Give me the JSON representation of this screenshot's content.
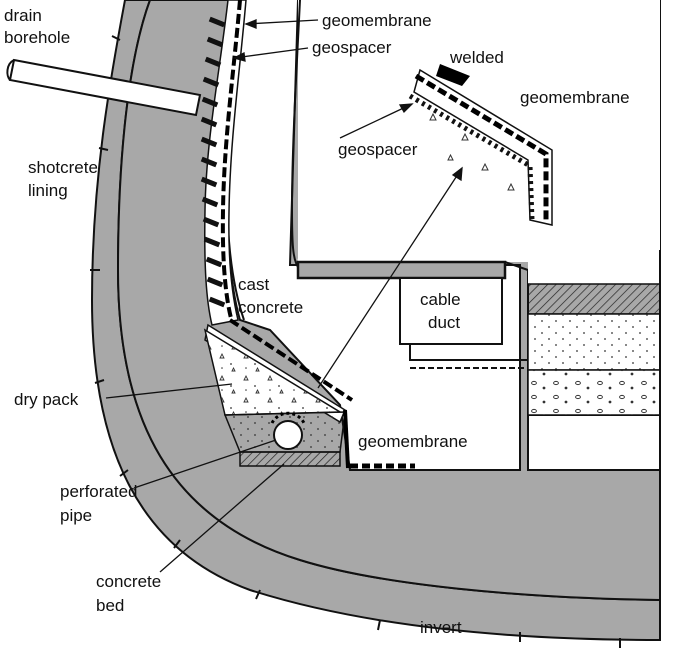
{
  "labels": {
    "drain_borehole_1": "drain",
    "drain_borehole_2": "borehole",
    "geomembrane_top": "geomembrane",
    "geospacer_top": "geospacer",
    "welded": "welded",
    "geomembrane_detail": "geomembrane",
    "geospacer_detail": "geospacer",
    "shotcrete_1": "shotcrete",
    "shotcrete_2": "lining",
    "cast_1": "cast",
    "cast_2": "concrete",
    "cable_1": "cable",
    "cable_2": "duct",
    "dry_pack": "dry pack",
    "geomembrane_bottom": "geomembrane",
    "perforated_1": "perforated",
    "perforated_2": "pipe",
    "concrete_bed_1": "concrete",
    "concrete_bed_2": "bed",
    "invert": "invert"
  },
  "colors": {
    "concrete": "#a8a8a8",
    "outline": "#111111",
    "fill_light": "#ffffff"
  }
}
